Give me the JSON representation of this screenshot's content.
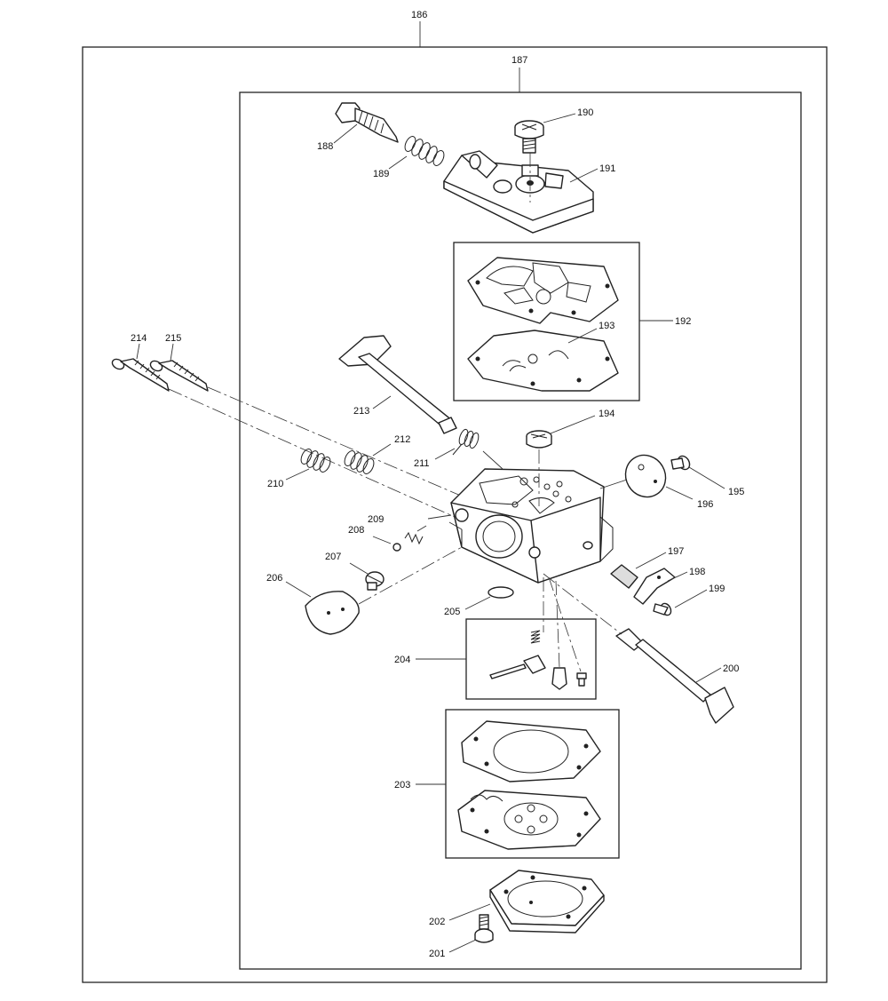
{
  "diagram": {
    "labels": {
      "p186": "186",
      "p187": "187",
      "p188": "188",
      "p189": "189",
      "p190": "190",
      "p191": "191",
      "p192": "192",
      "p193": "193",
      "p194": "194",
      "p195": "195",
      "p196": "196",
      "p197": "197",
      "p198": "198",
      "p199": "199",
      "p200": "200",
      "p201": "201",
      "p202": "202",
      "p203": "203",
      "p204": "204",
      "p205": "205",
      "p206": "206",
      "p207": "207",
      "p208": "208",
      "p209": "209",
      "p210": "210",
      "p211": "211",
      "p212": "212",
      "p213": "213",
      "p214": "214",
      "p215": "215"
    }
  }
}
